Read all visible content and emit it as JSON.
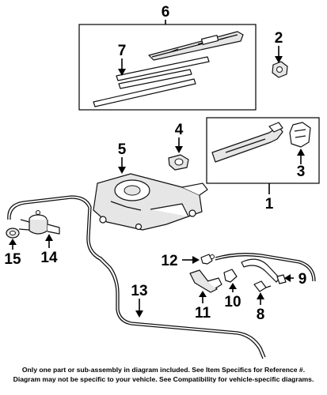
{
  "callouts": [
    "6",
    "2",
    "7",
    "4",
    "5",
    "3",
    "1",
    "15",
    "14",
    "12",
    "13",
    "9",
    "11",
    "10",
    "8"
  ],
  "footer": {
    "line1": "Only one part or sub-assembly in diagram included. See Item Specifics for Reference #.",
    "line2": "Diagram may not be specific to your vehicle. See Compatibility for vehicle-specific diagrams."
  }
}
